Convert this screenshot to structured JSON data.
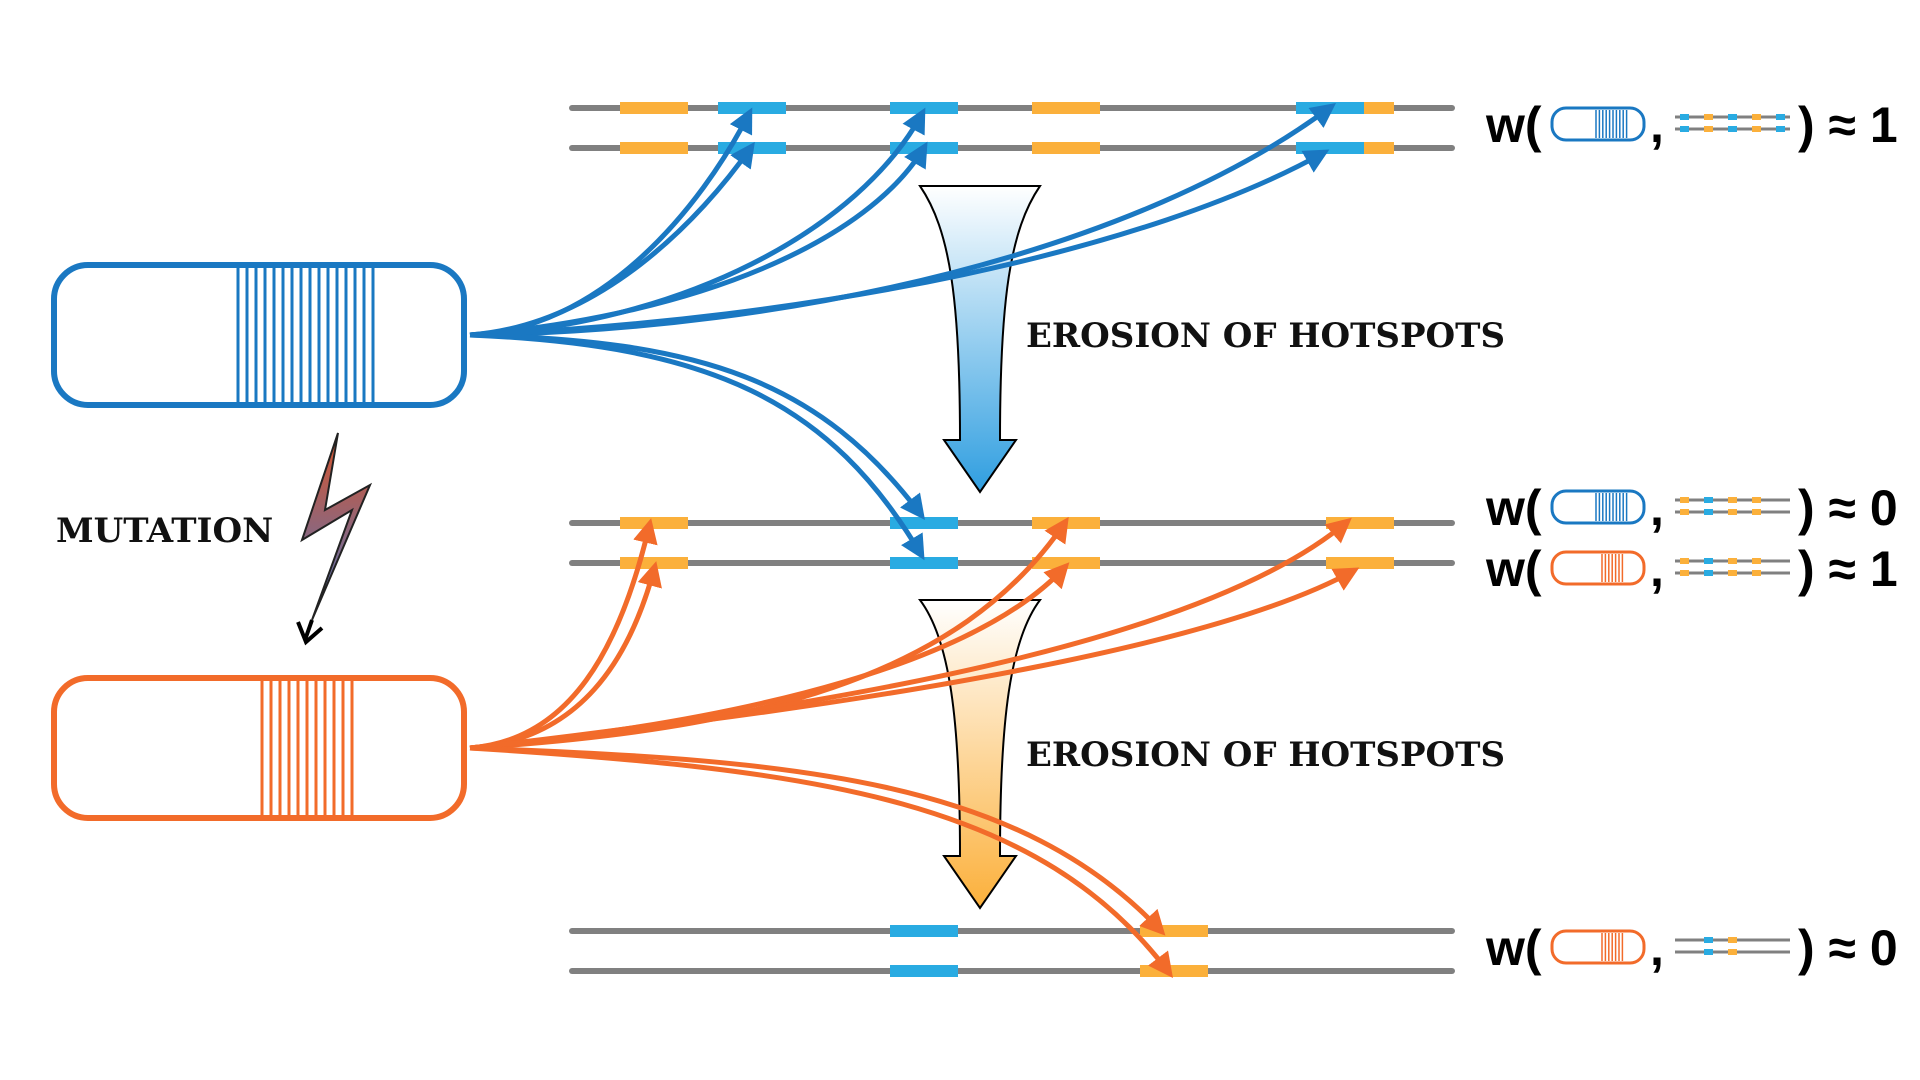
{
  "labels": {
    "mutation": "MUTATION",
    "erosion_top": "EROSION OF HOTSPOTS",
    "erosion_bottom": "EROSION OF HOTSPOTS"
  },
  "formulas": [
    {
      "prefix": "w(",
      "comma": ",",
      "suffix": ") ≈ 1"
    },
    {
      "prefix": "w(",
      "comma": ",",
      "suffix": ") ≈ 0"
    },
    {
      "prefix": "w(",
      "comma": ",",
      "suffix": ") ≈ 1"
    },
    {
      "prefix": "w(",
      "comma": ",",
      "suffix": ") ≈ 0"
    }
  ],
  "colors": {
    "blue": "#1a78c2",
    "blue_light": "#29abe2",
    "orange": "#f26b2a",
    "yellow": "#fbb03b",
    "gray": "#808080",
    "black": "#000000"
  },
  "icons": {
    "protein_blue": "zinc-finger-protein-icon",
    "protein_orange": "mutated-protein-icon",
    "bolt": "lightning-bolt-icon",
    "erosion_arrow": "down-arrow-icon"
  }
}
